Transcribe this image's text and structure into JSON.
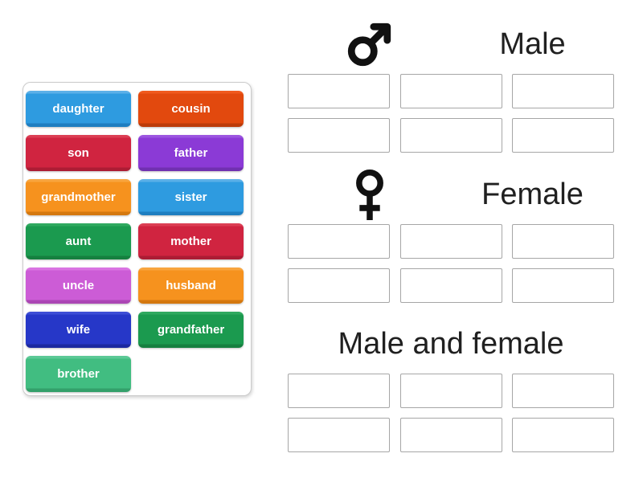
{
  "tray": {
    "tiles": [
      {
        "label": "daughter",
        "color": "blue"
      },
      {
        "label": "cousin",
        "color": "vermillion"
      },
      {
        "label": "son",
        "color": "crimson"
      },
      {
        "label": "father",
        "color": "violet"
      },
      {
        "label": "grandmother",
        "color": "orange"
      },
      {
        "label": "sister",
        "color": "blue"
      },
      {
        "label": "aunt",
        "color": "green"
      },
      {
        "label": "mother",
        "color": "crimson"
      },
      {
        "label": "uncle",
        "color": "orchid"
      },
      {
        "label": "husband",
        "color": "orange"
      },
      {
        "label": "wife",
        "color": "royalblue"
      },
      {
        "label": "grandfather",
        "color": "green"
      },
      {
        "label": "brother",
        "color": "emerald"
      }
    ],
    "palette": {
      "blue": {
        "light": "#5BB0E8",
        "main": "#2E9BE0",
        "dark": "#1E7EC0"
      },
      "vermillion": {
        "light": "#F05A1E",
        "main": "#E2490E",
        "dark": "#BC3B09"
      },
      "crimson": {
        "light": "#DC3E54",
        "main": "#D02440",
        "dark": "#AC1C34"
      },
      "violet": {
        "light": "#9C55E0",
        "main": "#8B3AD6",
        "dark": "#7030B0"
      },
      "orange": {
        "light": "#F8A53F",
        "main": "#F6921E",
        "dark": "#D4780F"
      },
      "green": {
        "light": "#2FA95F",
        "main": "#1B9A4F",
        "dark": "#15803F"
      },
      "orchid": {
        "light": "#DA74E2",
        "main": "#CC5CD6",
        "dark": "#AB46B4"
      },
      "royalblue": {
        "light": "#3D4ED6",
        "main": "#2637C8",
        "dark": "#1B28A0"
      },
      "emerald": {
        "light": "#5BC996",
        "main": "#41BD81",
        "dark": "#33A06A"
      }
    }
  },
  "groups": [
    {
      "label": "Male",
      "icon": "male-icon",
      "slot_count": 6
    },
    {
      "label": "Female",
      "icon": "female-icon",
      "slot_count": 6
    },
    {
      "label": "Male and female",
      "icon": null,
      "slot_count": 6
    }
  ],
  "colors": {
    "background": "#ffffff",
    "header_text": "#202020",
    "icon": "#111111",
    "slot_border": "#a6a6a6",
    "slot_fill": "#ffffff",
    "panel_border": "#cccccc",
    "tile_text": "#ffffff"
  }
}
